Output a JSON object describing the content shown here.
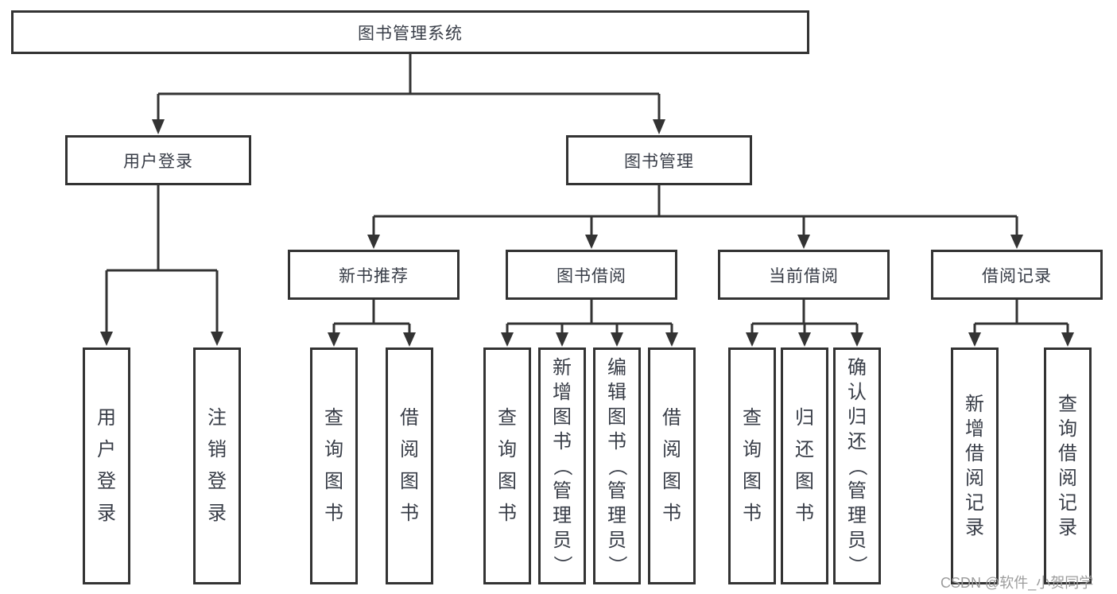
{
  "diagram": {
    "root": {
      "label": "图书管理系统"
    },
    "level2": {
      "user_login": {
        "label": "用户登录"
      },
      "book_management": {
        "label": "图书管理"
      }
    },
    "level3": {
      "new_book_recommend": {
        "label": "新书推荐"
      },
      "book_borrow": {
        "label": "图书借阅"
      },
      "current_borrow": {
        "label": "当前借阅"
      },
      "borrow_records": {
        "label": "借阅记录"
      }
    },
    "leaves": {
      "user_login": {
        "label": "用户登录"
      },
      "logout": {
        "label": "注销登录"
      },
      "rec_query_books": {
        "label": "查询图书"
      },
      "rec_borrow_books": {
        "label": "借阅图书"
      },
      "bor_query_books": {
        "label": "查询图书"
      },
      "bor_add_books_admin": {
        "label": "新增图书（管理员）"
      },
      "bor_edit_books_admin": {
        "label": "编辑图书（管理员）"
      },
      "bor_borrow_books": {
        "label": "借阅图书"
      },
      "cur_query_books": {
        "label": "查询图书"
      },
      "cur_return_books": {
        "label": "归还图书"
      },
      "cur_confirm_return_admin": {
        "label": "确认归还（管理员）"
      },
      "records_add_record": {
        "label": "新增借阅记录"
      },
      "records_query_record": {
        "label": "查询借阅记录"
      }
    }
  },
  "watermark": {
    "text": "CSDN @软件_小贺同学"
  },
  "colors": {
    "line": "#333333",
    "box_border": "#333333",
    "text": "#383d47",
    "watermark": "#9c9c9c",
    "background": "#ffffff"
  }
}
